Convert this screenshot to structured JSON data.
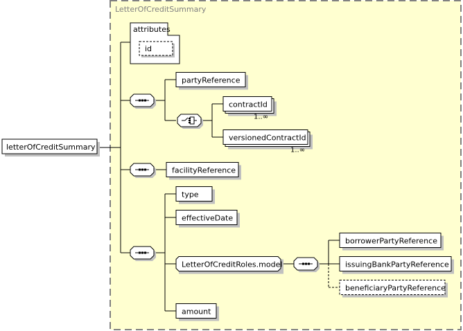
{
  "diagram": {
    "root_element": "letterOfCreditSummary",
    "group": {
      "title": "LetterOfCreditSummary",
      "background": "#ffffd0",
      "border": "#808080"
    },
    "attributes": {
      "label": "attributes",
      "items": [
        {
          "name": "id",
          "optional": true
        }
      ]
    },
    "sequences": [
      {
        "kind": "sequence",
        "children": [
          {
            "kind": "element",
            "name": "partyReference"
          },
          {
            "kind": "choice",
            "children": [
              {
                "kind": "element",
                "name": "contractId",
                "repeating": true,
                "cardinality": "1..∞"
              },
              {
                "kind": "element",
                "name": "versionedContractId",
                "repeating": true,
                "cardinality": "1..∞"
              }
            ]
          }
        ]
      },
      {
        "kind": "sequence",
        "children": [
          {
            "kind": "element",
            "name": "facilityReference"
          }
        ]
      },
      {
        "kind": "sequence",
        "children": [
          {
            "kind": "element",
            "name": "type"
          },
          {
            "kind": "element",
            "name": "effectiveDate"
          },
          {
            "kind": "group",
            "name": "LetterOfCreditRoles.model",
            "sequence": [
              {
                "kind": "element",
                "name": "borrowerPartyReference"
              },
              {
                "kind": "element",
                "name": "issuingBankPartyReference"
              },
              {
                "kind": "element",
                "name": "beneficiaryPartyReference",
                "optional": true
              }
            ]
          },
          {
            "kind": "element",
            "name": "amount"
          }
        ]
      }
    ],
    "icons": {
      "sequence": "sequence-compositor-icon",
      "choice": "choice-compositor-icon"
    }
  }
}
